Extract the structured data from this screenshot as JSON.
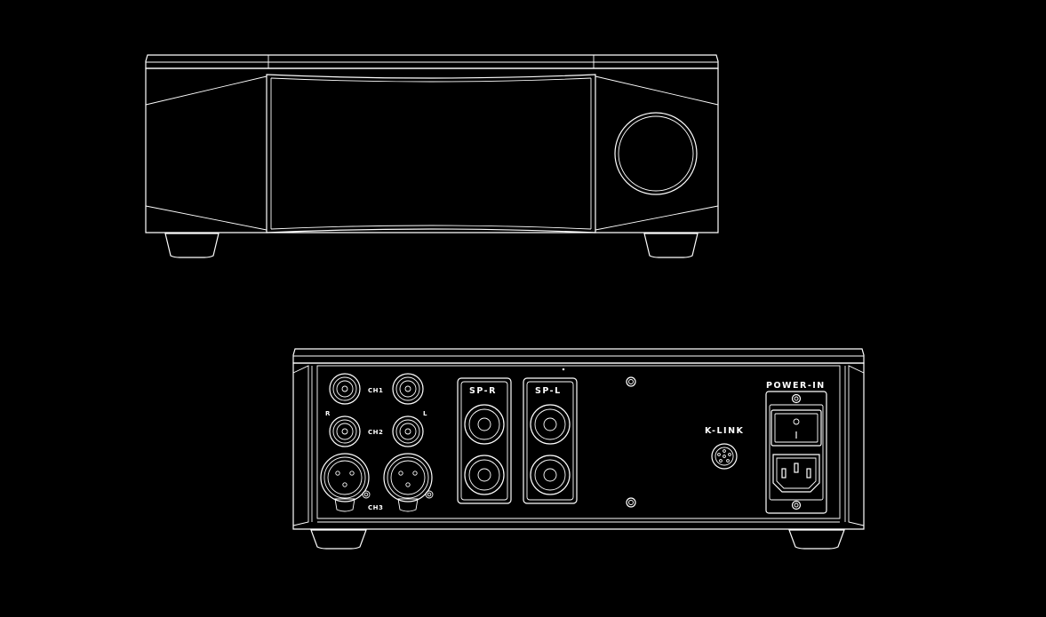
{
  "rear_panel": {
    "labels": {
      "ch1": "CH1",
      "ch2": "CH2",
      "ch3": "CH3",
      "right": "R",
      "left": "L",
      "sp_r": "SP-R",
      "sp_l": "SP-L",
      "k_link": "K-LINK",
      "power_in": "POWER-IN"
    }
  }
}
